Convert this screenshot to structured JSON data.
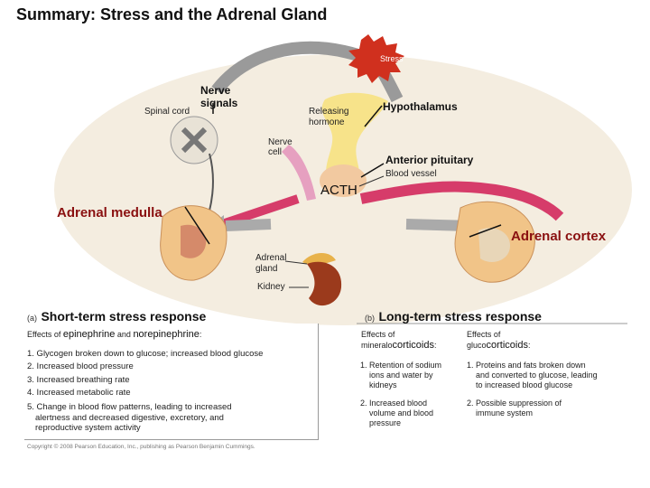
{
  "title": "Summary:  Stress and the Adrenal Gland",
  "labels": {
    "stress": "Stress",
    "spinal_cord": "Spinal cord",
    "nerve_signals_1": "Nerve",
    "nerve_signals_2": "signals",
    "releasing_hormone_1": "Releasing",
    "releasing_hormone_2": "hormone",
    "hypothalamus": "Hypothalamus",
    "nerve_cell_1": "Nerve",
    "nerve_cell_2": "cell",
    "anterior_pituitary": "Anterior pituitary",
    "blood_vessel": "Blood vessel",
    "acth": "ACTH",
    "adrenal_medulla": "Adrenal medulla",
    "adrenal_cortex": "Adrenal cortex",
    "adrenal_gland_1": "Adrenal",
    "adrenal_gland_2": "gland",
    "kidney": "Kidney"
  },
  "panel_a": {
    "tag": "(a)",
    "heading": "Short-term stress response",
    "effects_pre": "Effects of",
    "effects_em1": "epinephrine",
    "effects_and": "and",
    "effects_em2": "norepinephrine",
    "effects_post": ":",
    "items": [
      "1. Glycogen broken down to glucose; increased blood glucose",
      "2. Increased blood pressure",
      "3. Increased breathing rate",
      "4. Increased metabolic rate",
      "5. Change in blood flow patterns, leading to increased",
      "alertness and decreased digestive, excretory, and",
      "reproductive system activity"
    ]
  },
  "panel_b": {
    "tag": "(b)",
    "heading": "Long-term stress response",
    "col1_head_1": "Effects of",
    "col1_head_2a": "mineralo",
    "col1_head_2b": "corticoids",
    "col1_head_2c": ":",
    "col2_head_1": "Effects of",
    "col2_head_2a": "gluco",
    "col2_head_2b": "corticoids",
    "col2_head_2c": ":",
    "col1_items": [
      [
        "1. Retention of sodium",
        "ions and water by",
        "kidneys"
      ],
      [
        "2. Increased blood",
        "volume and blood",
        "pressure"
      ]
    ],
    "col2_items": [
      [
        "1. Proteins and fats broken down",
        "and converted to glucose, leading",
        "to increased blood glucose"
      ],
      [
        "2. Possible suppression of",
        "immune system"
      ]
    ]
  },
  "copyright": "Copyright © 2008 Pearson Education, Inc., publishing as Pearson Benjamin Cummings."
}
